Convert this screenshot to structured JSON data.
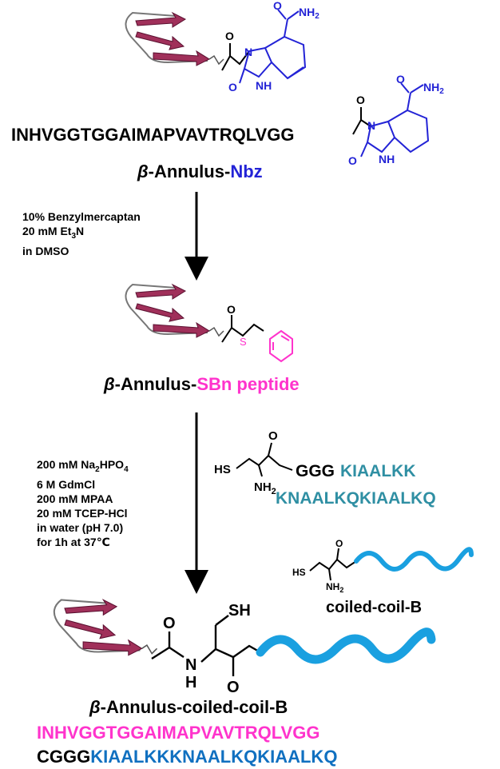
{
  "colors": {
    "black": "#000000",
    "nbz_blue": "#2323d6",
    "magenta": "#ff33cc",
    "teal": "#2f8fa3",
    "coil_blue": "#1aa0e0",
    "peptide_blue": "#1070c0",
    "ribbon": "#a0305a"
  },
  "top": {
    "sequence": "INHVGGTGGAIMAPVAVTRQLVGG",
    "carbonyl_o": "O",
    "atom_n": "N",
    "atom_nh": "NH",
    "atom_nh2": "NH",
    "atom_o": "O",
    "caption_beta": "β",
    "caption_black": "-Annulus-",
    "caption_colored": "Nbz"
  },
  "step1": {
    "conditions": [
      {
        "pre": "10% Benzylmercaptan",
        "sub": "",
        "post": ""
      },
      {
        "pre": "20 mM Et",
        "sub": "3",
        "post": "N"
      },
      {
        "pre": "in DMSO",
        "sub": "",
        "post": ""
      }
    ]
  },
  "middle": {
    "atom_o": "O",
    "atom_s": "S",
    "caption_beta": "β",
    "caption_black": "-Annulus-",
    "caption_colored": "SBn peptide"
  },
  "step2": {
    "conditions": [
      {
        "pre": "200 mM Na",
        "sub": "2",
        "post": "HPO",
        "sub2": "4"
      },
      {
        "pre": "6 M GdmCl",
        "sub": "",
        "post": "",
        "sub2": ""
      },
      {
        "pre": "200 mM MPAA",
        "sub": "",
        "post": "",
        "sub2": ""
      },
      {
        "pre": "20 mM TCEP-HCl",
        "sub": "",
        "post": "",
        "sub2": ""
      },
      {
        "pre": "in water (pH 7.0)",
        "sub": "",
        "post": "",
        "sub2": ""
      },
      {
        "pre": "for 1h at 37℃",
        "sub": "",
        "post": "",
        "sub2": ""
      }
    ]
  },
  "reagent": {
    "hs": "HS",
    "nh2": "NH",
    "nh2_sub": "2",
    "o": "O",
    "ggg": "GGG",
    "seq_line1": "KIAALKK",
    "seq_line2": "KNAALKQKIAALKQ"
  },
  "coiled_small": {
    "hs": "HS",
    "nh2": "NH",
    "nh2_sub": "2",
    "o": "O",
    "label": "coiled-coil-B"
  },
  "product": {
    "sh": "SH",
    "o1": "O",
    "o2": "O",
    "n": "N",
    "h": "H",
    "caption_beta": "β",
    "caption_rest": "-Annulus-coiled-coil-B",
    "seq1": "INHVGGTGGAIMAPVAVTRQLVGG",
    "seq2_black": "CGGG",
    "seq2_blue": "KIAALKKKNAALKQKIAALKQ"
  }
}
